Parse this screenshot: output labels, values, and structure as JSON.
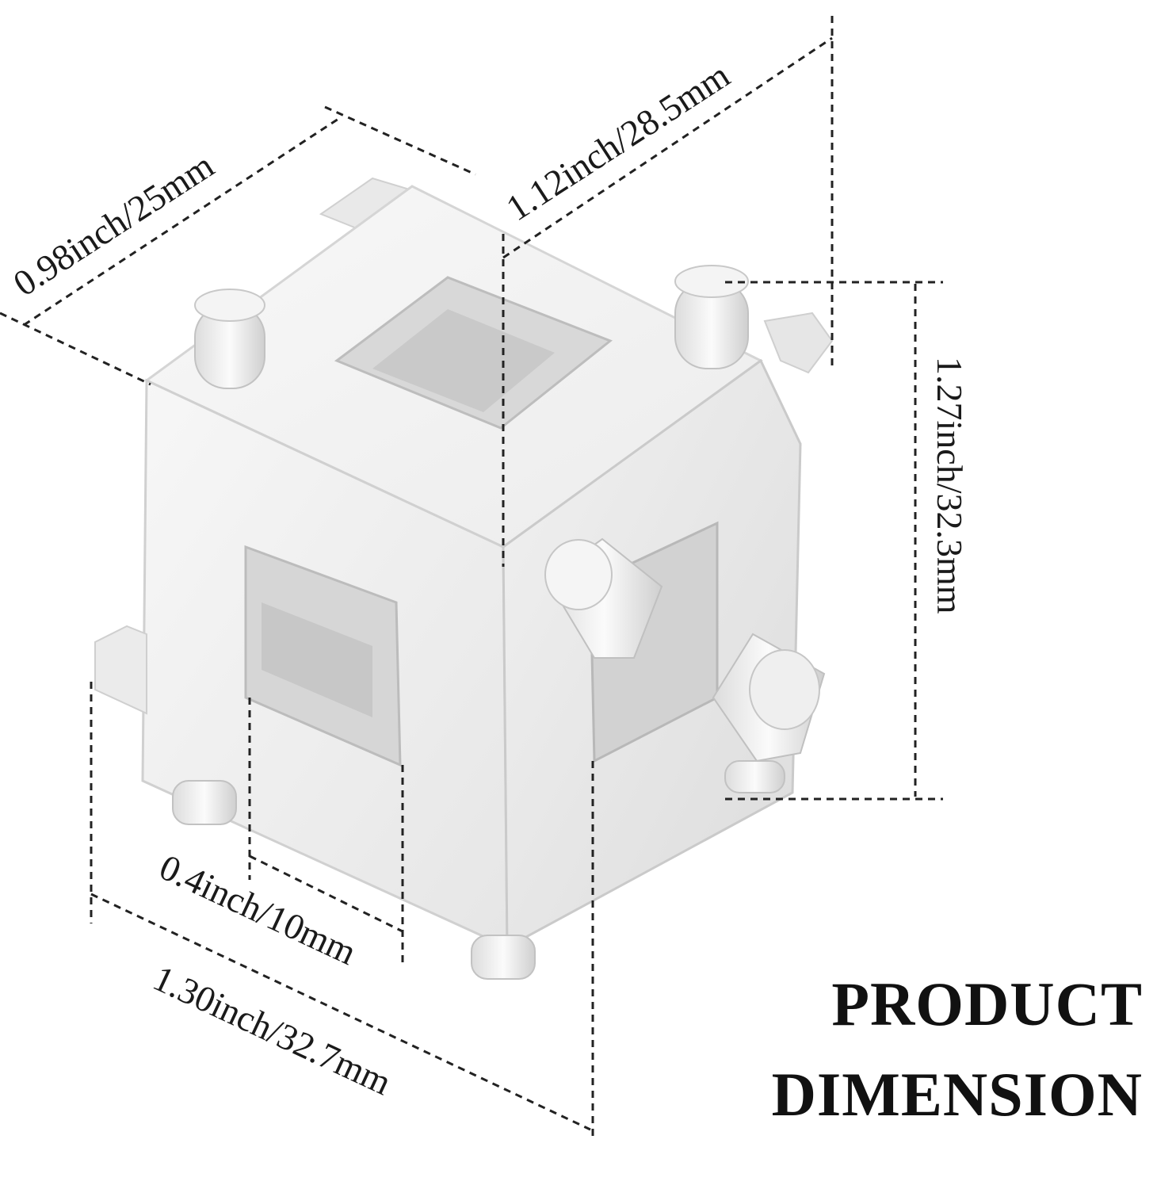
{
  "title": {
    "line1": "PRODUCT",
    "line2": "DIMENSION"
  },
  "dimensions": {
    "depth": "0.98inch/25mm",
    "width_top": "1.12inch/28.5mm",
    "height": "1.27inch/32.3mm",
    "square_hole": "0.4inch/10mm",
    "width_bottom": "1.30inch/32.7mm"
  },
  "colors": {
    "metal_light": "#f4f4f4",
    "metal_mid": "#e3e3e3",
    "metal_dark": "#c9c9c9",
    "dash_line": "#222222",
    "text": "#111111"
  }
}
